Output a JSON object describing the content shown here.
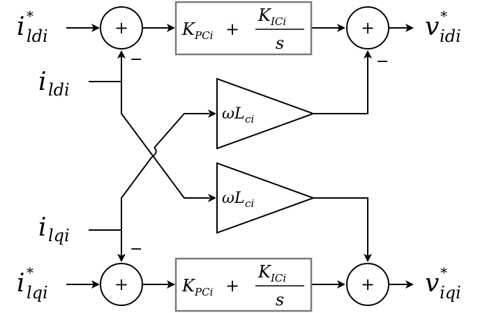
{
  "inputs": {
    "i_ldi_ref": {
      "base": "i",
      "sup": "*",
      "sub": "ldi"
    },
    "i_lqi_ref": {
      "base": "i",
      "sup": "*",
      "sub": "lqi"
    },
    "i_ldi": {
      "base": "i",
      "sub": "ldi"
    },
    "i_lqi": {
      "base": "i",
      "sub": "lqi"
    }
  },
  "outputs": {
    "v_idi_ref": {
      "base": "v",
      "sup": "*",
      "sub": "idi"
    },
    "v_iqi_ref": {
      "base": "v",
      "sup": "*",
      "sub": "iqi"
    }
  },
  "summing": {
    "plus": "+",
    "minus": "−"
  },
  "pi_controller": {
    "kp_base": "K",
    "kp_sub": "PCi",
    "plus": "+",
    "ki_base": "K",
    "ki_sub": "ICi",
    "denominator": "s"
  },
  "gain": {
    "omega": "ω",
    "base": "L",
    "sub": "ci"
  }
}
